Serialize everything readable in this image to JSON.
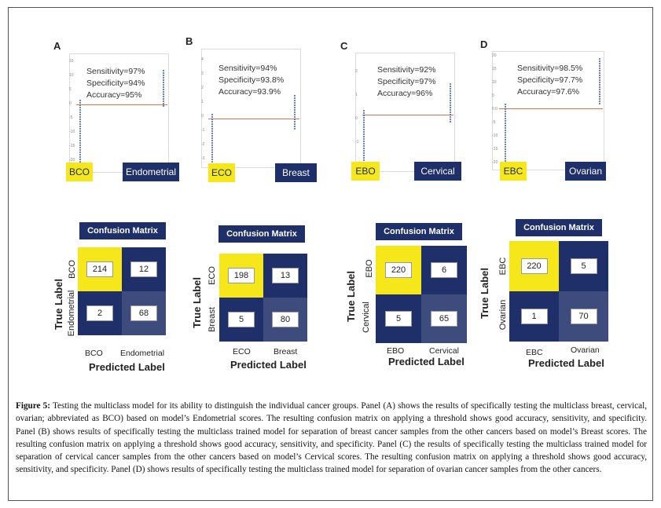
{
  "panels": [
    {
      "letter": "A",
      "stats": [
        "Sensitivity=97%",
        "Specificity=94%",
        "Accuracy=95%"
      ],
      "yticks": [
        "15",
        "10",
        "5",
        "0",
        "-5",
        "-10",
        "-15",
        "-20"
      ],
      "left_tag": "BCO",
      "right_tag": "Endometrial",
      "cm": {
        "title": "Confusion Matrix",
        "row_labels": [
          "BCO",
          "Endometrial"
        ],
        "col_labels": [
          "BCO",
          "Endometrial"
        ],
        "values": [
          [
            214,
            12
          ],
          [
            2,
            68
          ]
        ],
        "true_label": "True Label",
        "pred_label": "Predicted Label"
      }
    },
    {
      "letter": "B",
      "stats": [
        "Sensitivity=94%",
        "Specificity=93.8%",
        "Accuracy=93.9%"
      ],
      "yticks": [
        "4",
        "3",
        "2",
        "1",
        "0",
        "-1",
        "-2",
        "-3"
      ],
      "left_tag": "ECO",
      "right_tag": "Breast",
      "cm": {
        "title": "Confusion Matrix",
        "row_labels": [
          "ECO",
          "Breast"
        ],
        "col_labels": [
          "ECO",
          "Breast"
        ],
        "values": [
          [
            198,
            13
          ],
          [
            5,
            80
          ]
        ],
        "true_label": "True Label",
        "pred_label": "Predicted Label"
      }
    },
    {
      "letter": "C",
      "stats": [
        "Sensitivity=92%",
        "Specificity=97%",
        "Accuracy=96%"
      ],
      "yticks": [
        "2",
        "1",
        "0",
        "-1",
        "-2"
      ],
      "left_tag": "EBO",
      "right_tag": "Cervical",
      "cm": {
        "title": "Confusion Matrix",
        "row_labels": [
          "EBO",
          "Cervical"
        ],
        "col_labels": [
          "EBO",
          "Cervical"
        ],
        "values": [
          [
            220,
            6
          ],
          [
            5,
            65
          ]
        ],
        "true_label": "True Label",
        "pred_label": "Predicted Label"
      }
    },
    {
      "letter": "D",
      "stats": [
        "Sensitivity=98.5%",
        "Specificity=97.7%",
        "Accuracy=97.6%"
      ],
      "yticks": [
        "20",
        "15",
        "10",
        "5",
        "0.0",
        "-5",
        "-10",
        "-15",
        "-20"
      ],
      "left_tag": "EBC",
      "right_tag": "Ovarian",
      "cm": {
        "title": "Confusion Matrix",
        "row_labels": [
          "EBC",
          "Ovarian"
        ],
        "col_labels": [
          "EBC",
          "Ovarian"
        ],
        "values": [
          [
            220,
            5
          ],
          [
            1,
            70
          ]
        ],
        "true_label": "True Label",
        "pred_label": "Predicted Label"
      }
    }
  ],
  "caption": {
    "label": "Figure 5:",
    "text": " Testing the multiclass model for its ability to distinguish the individual cancer groups. Panel (A) shows the results of specifically testing the multiclass breast, cervical, ovarian; abbreviated as BCO) based on model’s Endometrial scores. The resulting confusion matrix on applying a threshold shows good accuracy, sensitivity, and specificity. Panel (B) shows results of specifically testing the multiclass trained model for separation of breast cancer samples from the other cancers based on model’s Breast scores. The resulting confusion matrix on applying a threshold shows good accuracy, sensitivity, and specificity. Panel (C) the results of specifically testing the multiclass trained model for separation of cervical cancer samples from the other cancers based on model’s Cervical scores. The resulting confusion matrix on applying a threshold shows good accuracy, sensitivity, and specificity. Panel (D) shows results of specifically testing the multiclass trained model for separation of ovarian cancer samples from the other cancers."
  }
}
